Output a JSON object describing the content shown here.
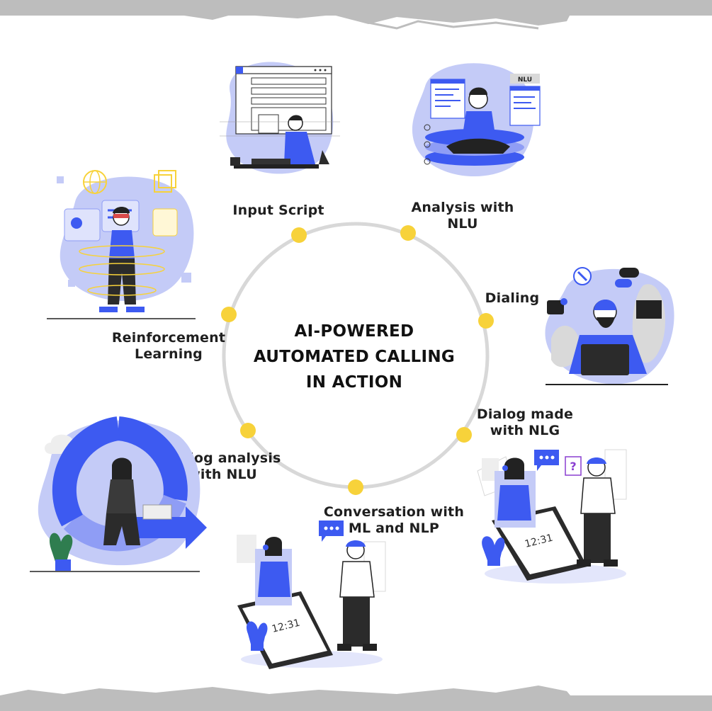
{
  "title": {
    "line1": "AI-POWERED",
    "line2": "AUTOMATED CALLING",
    "line3": "IN ACTION"
  },
  "steps": [
    {
      "id": "input-script",
      "line1": "Input Script",
      "line2": ""
    },
    {
      "id": "analysis-nlu",
      "line1": "Analysis with",
      "line2": "NLU"
    },
    {
      "id": "dialing",
      "line1": "Dialing",
      "line2": ""
    },
    {
      "id": "dialog-nlg",
      "line1": "Dialog made",
      "line2": "with NLG"
    },
    {
      "id": "conversation",
      "line1": "Conversation with",
      "line2": "ML and NLP"
    },
    {
      "id": "dialog-analysis",
      "line1": "Dialog analysis",
      "line2": "with NLU"
    },
    {
      "id": "reinforcement",
      "line1": "Reinforcement",
      "line2": "Learning"
    }
  ],
  "illustration_text": {
    "nlu_tag": "NLU",
    "phone_time_1": "12:31",
    "phone_time_2": "12:31"
  },
  "colors": {
    "accent_blue": "#3d5af1",
    "blob_blue": "#c4cbf7",
    "node_yellow": "#f7d23a",
    "ring_gray": "#d8d8d8",
    "band_gray": "#bdbdbd"
  }
}
